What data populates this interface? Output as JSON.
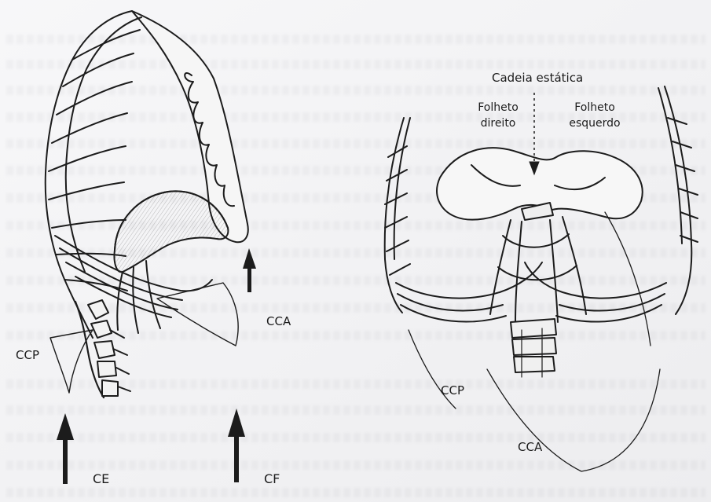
{
  "figure": {
    "top_label": "Cadeia estática",
    "labels": {
      "folheto_direito": [
        "Folheto",
        "direito"
      ],
      "folheto_esquerdo": [
        "Folheto",
        "esquerdo"
      ],
      "ccp_left": "CCP",
      "cca_left": "CCA",
      "ce": "CE",
      "cf": "CF",
      "ccp_right": "CCP",
      "cca_right": "CCA"
    }
  },
  "colors": {
    "ink": "#1c1c1c",
    "page_tint": "#e8e8ec",
    "background_text": "#5a5a64"
  }
}
